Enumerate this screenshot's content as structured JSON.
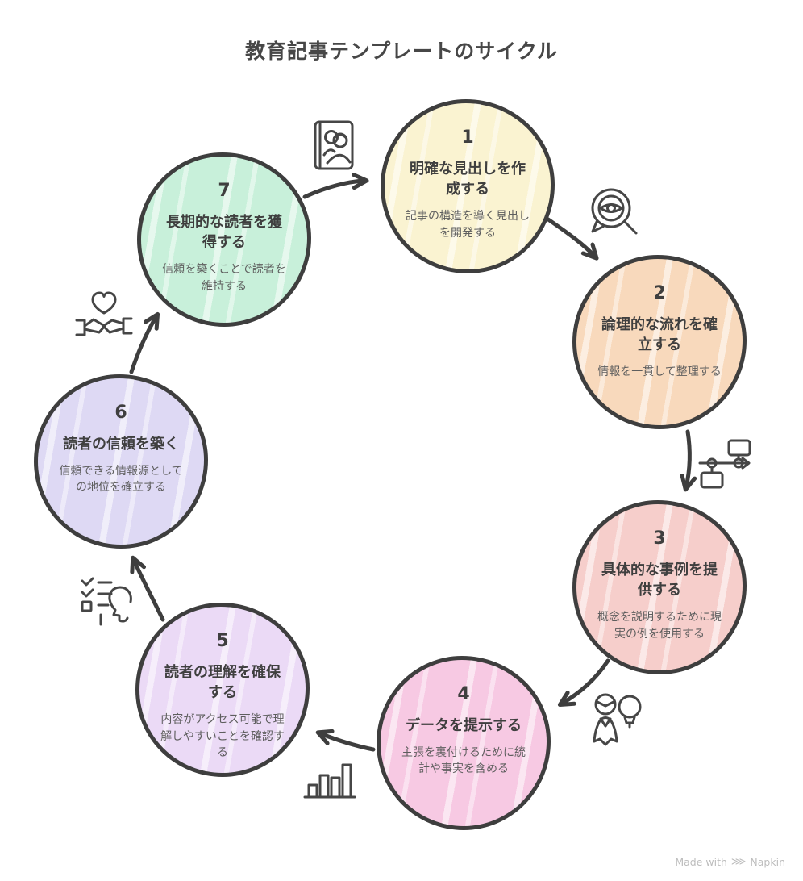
{
  "title": "教育記事テンプレートのサイクル",
  "steps": [
    {
      "number": "1",
      "title": "明確な見出しを作成する",
      "description": "記事の構造を導く見出しを開発する",
      "color": "#FAF3D1"
    },
    {
      "number": "2",
      "title": "論理的な流れを確立する",
      "description": "情報を一貫して整理する",
      "color": "#F8D9BC"
    },
    {
      "number": "3",
      "title": "具体的な事例を提供する",
      "description": "概念を説明するために現実の例を使用する",
      "color": "#F6CECB"
    },
    {
      "number": "4",
      "title": "データを提示する",
      "description": "主張を裏付けるために統計や事実を含める",
      "color": "#F7C9E3"
    },
    {
      "number": "5",
      "title": "読者の理解を確保する",
      "description": "内容がアクセス可能で理解しやすいことを確認する",
      "color": "#EBDAF6"
    },
    {
      "number": "6",
      "title": "読者の信頼を築く",
      "description": "信頼できる情報源としての地位を確立する",
      "color": "#DED9F4"
    },
    {
      "number": "7",
      "title": "長期的な読者を獲得する",
      "description": "信頼を築くことで読者を維持する",
      "color": "#C8F0DA"
    }
  ],
  "icons": [
    {
      "name": "people-book-icon",
      "between": "7-1"
    },
    {
      "name": "eye-search-bubble-icon",
      "between": "1-2"
    },
    {
      "name": "flowchart-icon",
      "between": "2-3"
    },
    {
      "name": "person-lightbulb-icon",
      "between": "3-4"
    },
    {
      "name": "bar-chart-icon",
      "between": "4-5"
    },
    {
      "name": "checklist-head-icon",
      "between": "5-6"
    },
    {
      "name": "handshake-heart-icon",
      "between": "6-7"
    }
  ],
  "palette": {
    "outline": "#3E3E3E",
    "title_text": "#3F3F3F",
    "description_text": "#5E5E5E",
    "heading_text": "#474747",
    "watermark_text": "#BDBDBD",
    "background": "#FFFFFF"
  },
  "watermark": {
    "prefix": "Made with",
    "logo_glyph": "⋙",
    "brand": "Napkin"
  }
}
